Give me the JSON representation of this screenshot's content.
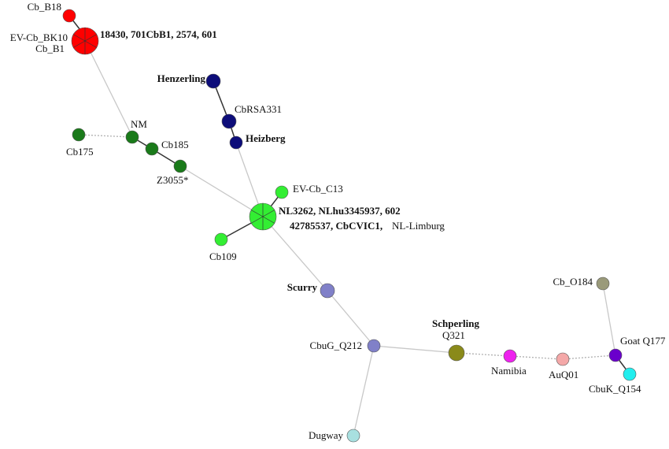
{
  "colors": {
    "red": "#ff0000",
    "dark_green": "#1a7a1a",
    "navy": "#0d0d7a",
    "bright_green": "#33ee33",
    "lavender": "#8080c8",
    "olive": "#8a8a1a",
    "magenta": "#ee22ee",
    "pink": "#f4a8a8",
    "purple": "#6a00cc",
    "cyan": "#22eeee",
    "khaki": "#9a9a7a",
    "light_cyan": "#a8e0e0"
  },
  "labels": {
    "cb_b18": "Cb_B18",
    "ev_cb_bk10": "EV-Cb_BK10",
    "cb_b1": "Cb_B1",
    "red_cluster": "18430, 701CbB1, 2574, 601",
    "henzerling": "Henzerling",
    "cbrsa331": "CbRSA331",
    "heizberg": "Heizberg",
    "nm": "NM",
    "cb175": "Cb175",
    "cb185": "Cb185",
    "z3055": "Z3055*",
    "ev_cb_c13": "EV-Cb_C13",
    "green_cluster_1": "NL3262, NLhu3345937, 602",
    "green_cluster_2": "42785537, CbCVIC1,",
    "nl_limburg": "NL-Limburg",
    "cb109": "Cb109",
    "scurry": "Scurry",
    "cbug_q212": "CbuG_Q212",
    "schperling": "Schperling",
    "q321": "Q321",
    "namibia": "Namibia",
    "auq01": "AuQ01",
    "cb_o184": "Cb_O184",
    "goat_q177": "Goat Q177",
    "cbuk_q154": "CbuK_Q154",
    "dugway": "Dugway"
  }
}
